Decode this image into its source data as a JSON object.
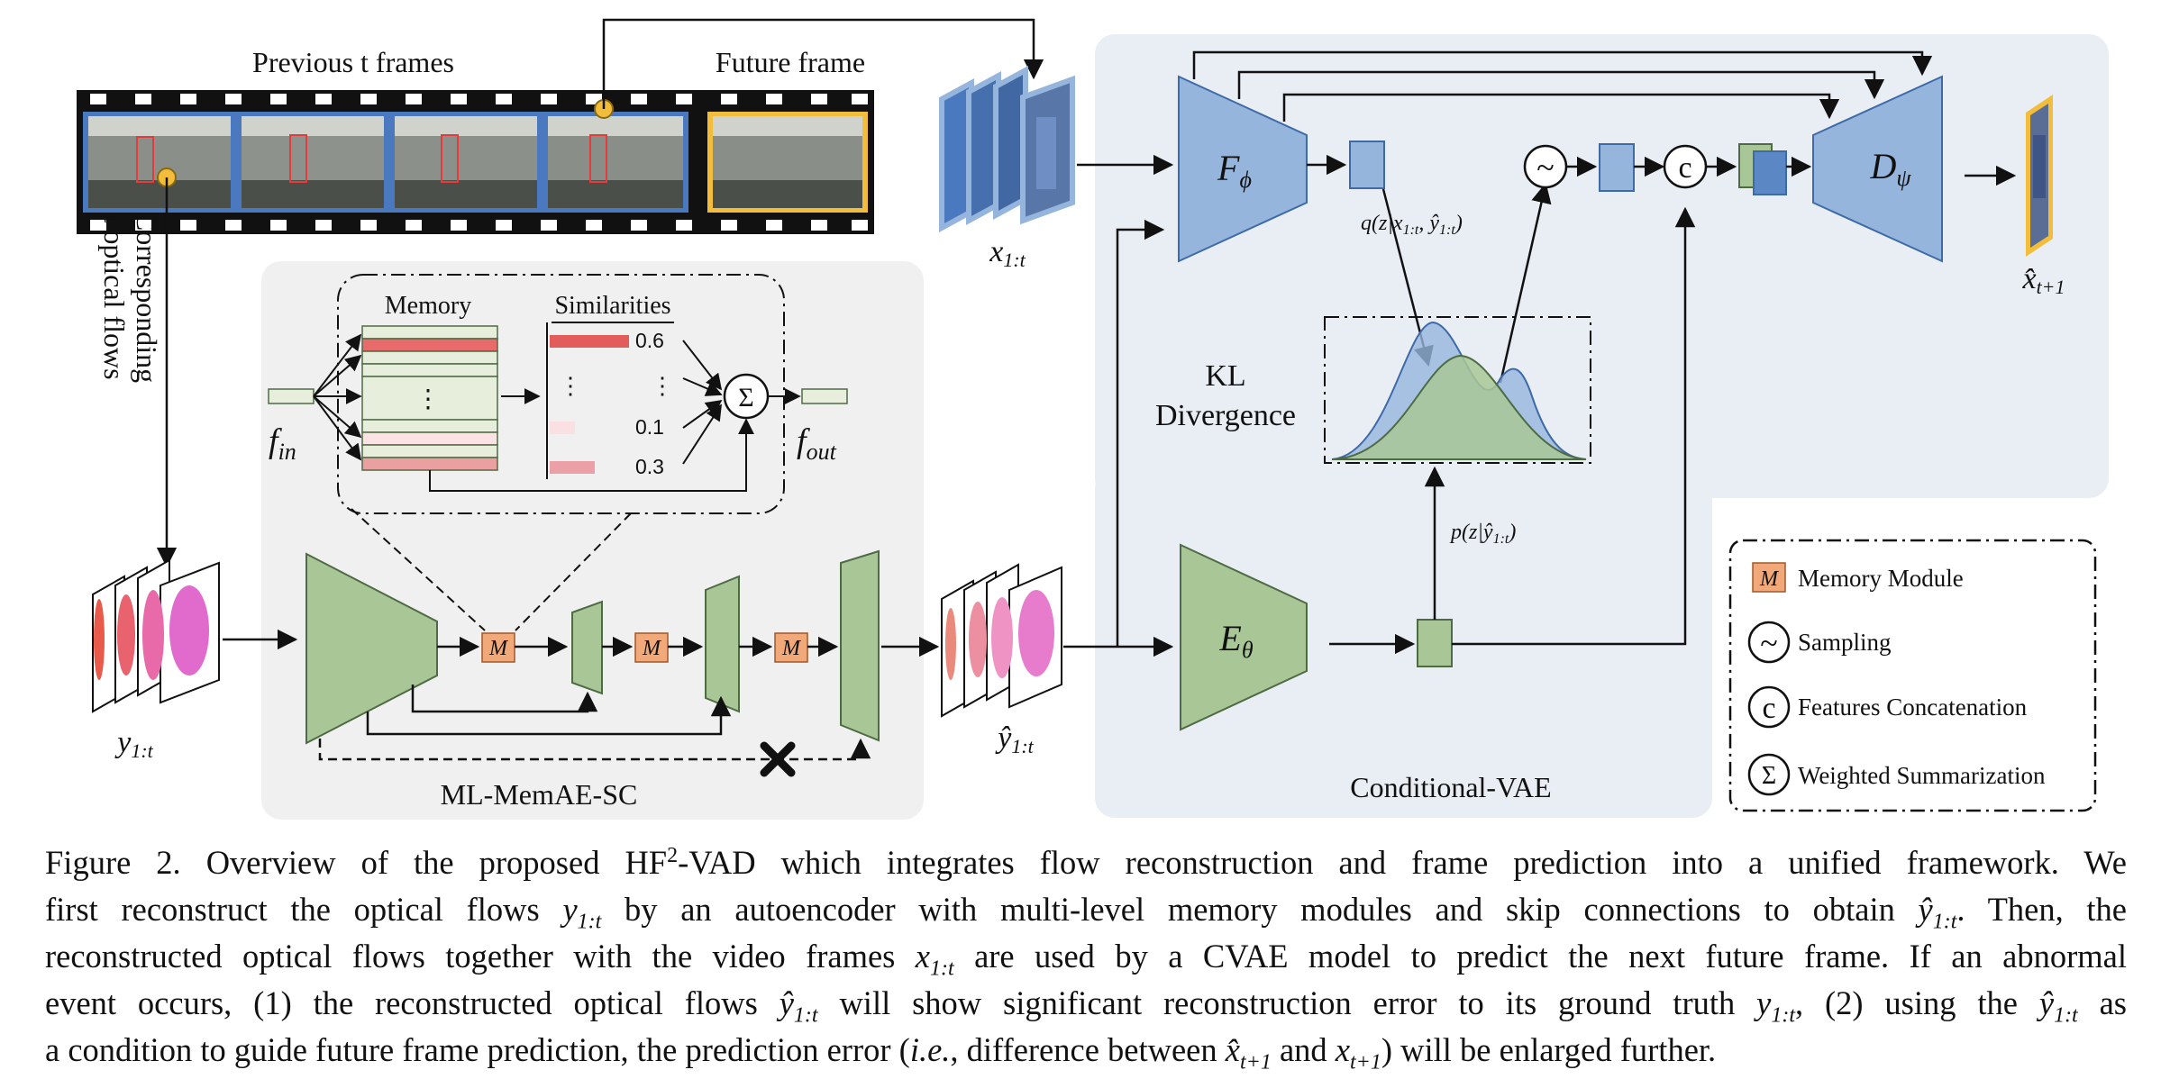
{
  "figure": {
    "top_labels": {
      "previous_frames": "Previous t frames",
      "future_frame": "Future frame",
      "side_label_line1": "Corresponding",
      "side_label_line2": "t optical flows"
    },
    "memory_detail": {
      "memory_title": "Memory",
      "similarities_title": "Similarities",
      "dots": "⋮",
      "similarity_values": [
        "0.6",
        "⋮",
        "0.1",
        "0.3"
      ],
      "f_in": "f",
      "f_in_sub": "in",
      "f_out": "f",
      "f_out_sub": "out",
      "sum_symbol": "Σ"
    },
    "flow_branch": {
      "y_label": "y",
      "y_sub": "1:t",
      "yhat_label": "ŷ",
      "yhat_sub": "1:t",
      "memory_symbol": "M",
      "panel_title": "ML-MemAE-SC"
    },
    "cvae": {
      "x_label": "x",
      "x_sub": "1:t",
      "encoder_f": "F",
      "encoder_f_sub": "ϕ",
      "encoder_e": "E",
      "encoder_e_sub": "θ",
      "decoder_d": "D",
      "decoder_d_sub": "ψ",
      "q_label": "q(z|x1:t, ŷ1:t)",
      "p_label": "p(z|ŷ1:t)",
      "kl_line1": "KL",
      "kl_line2": "Divergence",
      "sampling_symbol": "~",
      "concat_symbol": "c",
      "output_label": "x̂",
      "output_sub": "t+1",
      "panel_title": "Conditional-VAE"
    },
    "legend": [
      {
        "symbol": "M",
        "label": "Memory Module"
      },
      {
        "symbol": "~",
        "label": "Sampling"
      },
      {
        "symbol": "c",
        "label": "Features Concatenation"
      },
      {
        "symbol": "Σ",
        "label": "Weighted Summarization"
      }
    ],
    "colors": {
      "rgb_blue": "#95b5dd",
      "rgb_blue_dark": "#3e6aa8",
      "flow_green": "#a9c796",
      "flow_green_dark": "#4f6b45",
      "memory_orange": "#f1a97a",
      "future_yellow": "#f3bd3c",
      "panel_gray": "#f0f0f0",
      "panel_blue": "#e9eef5"
    }
  },
  "caption": {
    "line1_a": "Figure 2. Overview of the proposed HF",
    "line1_sup": "2",
    "line1_b": "-VAD which integrates flow reconstruction and frame prediction into a unified framework. We",
    "line2_a": "first reconstruct the optical flows ",
    "line2_b": " by an autoencoder with multi-level memory modules and skip connections to obtain ",
    "line2_c": ". Then, the",
    "line3_a": "reconstructed optical flows together with the video frames ",
    "line3_b": " are used by a CVAE model to predict the next future frame. If an abnormal",
    "line4_a": "event occurs, (1) the reconstructed optical flows ",
    "line4_b": " will show significant reconstruction error to its ground truth ",
    "line4_c": ", (2) using the ",
    "line4_d": " as",
    "line5_a": "a condition to guide future frame prediction, the prediction error (",
    "line5_ie": "i.e.",
    "line5_b": ", difference between ",
    "line5_c": " and ",
    "line5_d": ") will be enlarged further.",
    "sym_y": "y",
    "sym_yhat": "ŷ",
    "sym_x": "x",
    "sym_xhat": "x̂",
    "sub_1t": "1:t",
    "sub_t1": "t+1"
  }
}
